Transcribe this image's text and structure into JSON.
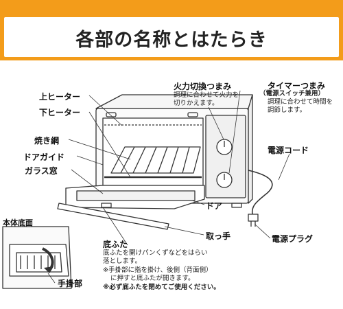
{
  "header": {
    "title": "各部の名称とはたらき",
    "accent_color": "#f39c1a"
  },
  "labels": {
    "upper_heater": "上ヒーター",
    "lower_heater": "下ヒーター",
    "grill_net": "焼き網",
    "door_guide": "ドアガイド",
    "glass_window": "ガラス窓",
    "door": "ドア",
    "handle": "取っ手",
    "power_cord": "電源コード",
    "power_plug": "電源プラグ",
    "bottom_view": "本体底面",
    "finger_grip": "手掛部"
  },
  "heat_knob": {
    "title": "火力切換つまみ",
    "desc_1": "調理に合わせて火力を",
    "desc_2": "切りかえます。"
  },
  "timer_knob": {
    "title": "タイマーつまみ",
    "sub": "（電源スイッチ兼用）",
    "desc_1": "調理に合わせて時間を",
    "desc_2": "調節します。"
  },
  "bottom_cover": {
    "title": "底ふた",
    "desc_1": "底ふたを開けパンくずなどをはらい",
    "desc_2": "落とします。",
    "note_1": "※手掛部に指を掛け、後側（背面側）",
    "note_2": "に押すと底ふたが開きます。",
    "warning": "※必ず底ふたを閉めてご使用ください。"
  }
}
